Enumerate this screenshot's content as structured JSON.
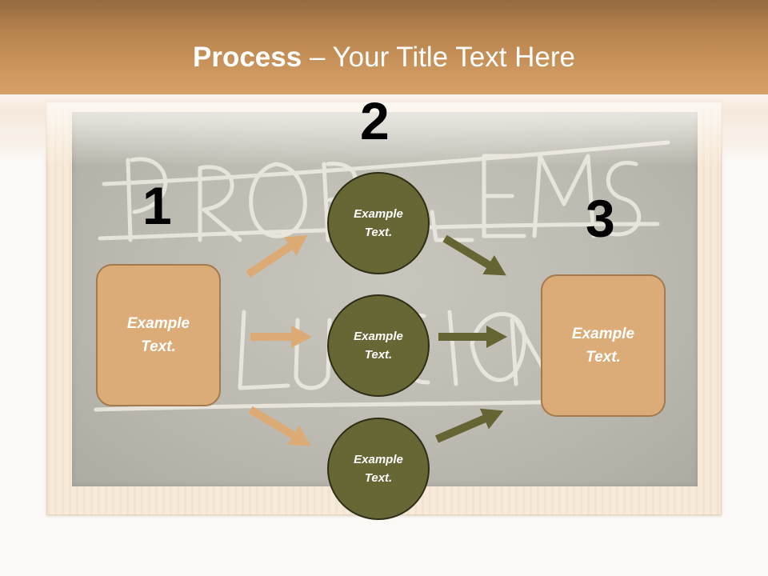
{
  "slide": {
    "title_bold": "Process",
    "title_rest": " – Your Title Text Here"
  },
  "steps": {
    "one": "1",
    "two": "2",
    "three": "3"
  },
  "nodes": {
    "left_box": "Example Text.",
    "circle_top": "Example Text.",
    "circle_middle": "Example Text.",
    "circle_bottom": "Example Text.",
    "right_box": "Example Text."
  },
  "colors": {
    "header": "#cf9a60",
    "box_fill": "#dbac77",
    "box_border": "#a37a4e",
    "circle_fill": "#676635",
    "circle_border": "#2e2e16",
    "arrow_left": "#dcaa74",
    "arrow_right": "#656433",
    "board": "#bdbbb1"
  },
  "decorations": {
    "chalkboard_image": "chalkboard-problems-solutions-image"
  }
}
